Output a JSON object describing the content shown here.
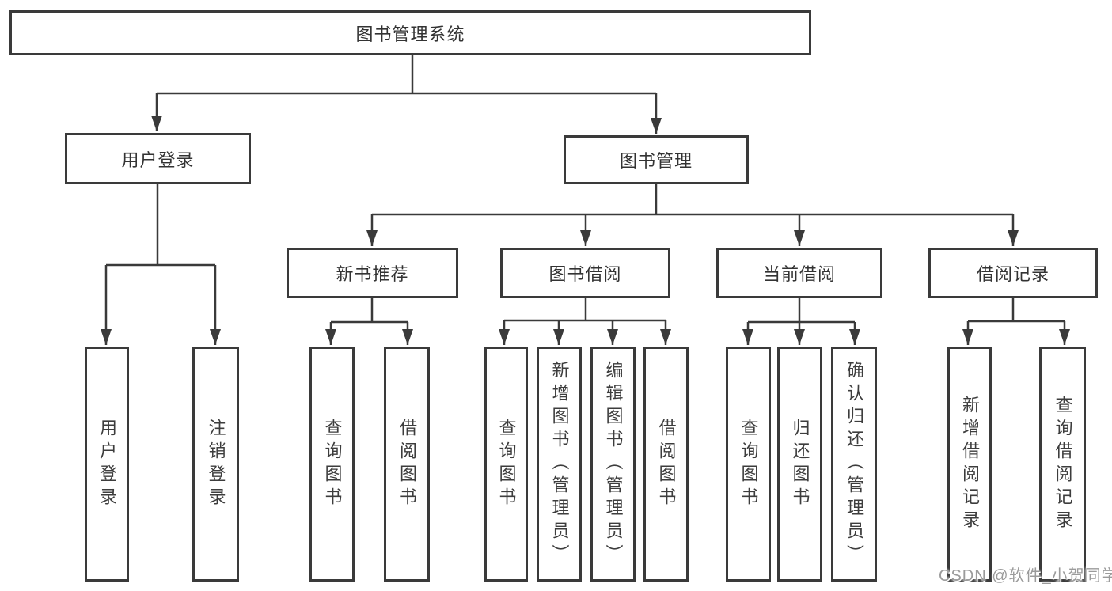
{
  "diagram": {
    "type": "hierarchy",
    "colors": {
      "line": "#3a3a3a",
      "box_border": "#3a3a3a",
      "box_fill": "#ffffff",
      "text": "#333333",
      "watermark": "#9b9b9b",
      "background": "#ffffff"
    },
    "tree": {
      "root": {
        "label": "图书管理系统",
        "children": [
          {
            "label": "用户登录",
            "children": [
              {
                "label": "用户登录"
              },
              {
                "label": "注销登录"
              }
            ]
          },
          {
            "label": "图书管理",
            "children": [
              {
                "label": "新书推荐",
                "children": [
                  {
                    "label": "查询图书"
                  },
                  {
                    "label": "借阅图书"
                  }
                ]
              },
              {
                "label": "图书借阅",
                "children": [
                  {
                    "label": "查询图书"
                  },
                  {
                    "label": "新增图书（管理员）"
                  },
                  {
                    "label": "编辑图书（管理员）"
                  },
                  {
                    "label": "借阅图书"
                  }
                ]
              },
              {
                "label": "当前借阅",
                "children": [
                  {
                    "label": "查询图书"
                  },
                  {
                    "label": "归还图书"
                  },
                  {
                    "label": "确认归还（管理员）"
                  }
                ]
              },
              {
                "label": "借阅记录",
                "children": [
                  {
                    "label": "新增借阅记录"
                  },
                  {
                    "label": "查询借阅记录"
                  }
                ]
              }
            ]
          }
        ]
      }
    },
    "watermark": {
      "text": "CSDN @软件_小贺同学"
    }
  }
}
